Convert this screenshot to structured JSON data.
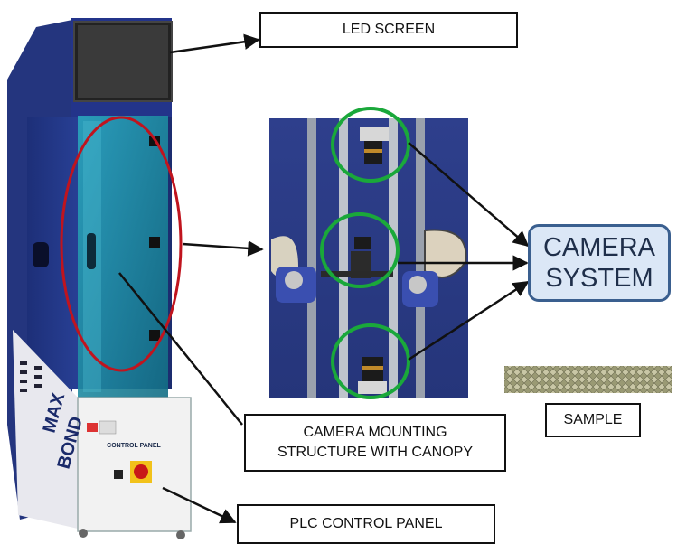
{
  "labels": {
    "led_screen": "LED SCREEN",
    "camera_system_line1": "CAMERA",
    "camera_system_line2": "SYSTEM",
    "sample": "SAMPLE",
    "mounting_line1": "CAMERA MOUNTING",
    "mounting_line2": "STRUCTURE WITH CANOPY",
    "plc": "PLC CONTROL PANEL"
  },
  "machine_text": {
    "brand_top": "MAX",
    "brand_bottom": "BOND",
    "panel_title": "CONTROL PANEL"
  },
  "colors": {
    "arrow": "#111111",
    "highlight_red": "#c0141e",
    "highlight_green": "#1aa83a",
    "cabinet_blue": "#2a3f8f",
    "canopy_teal": "#1f8aa0",
    "camera_box_fill": "#dbe7f6",
    "camera_box_border": "#3a5f8f"
  }
}
